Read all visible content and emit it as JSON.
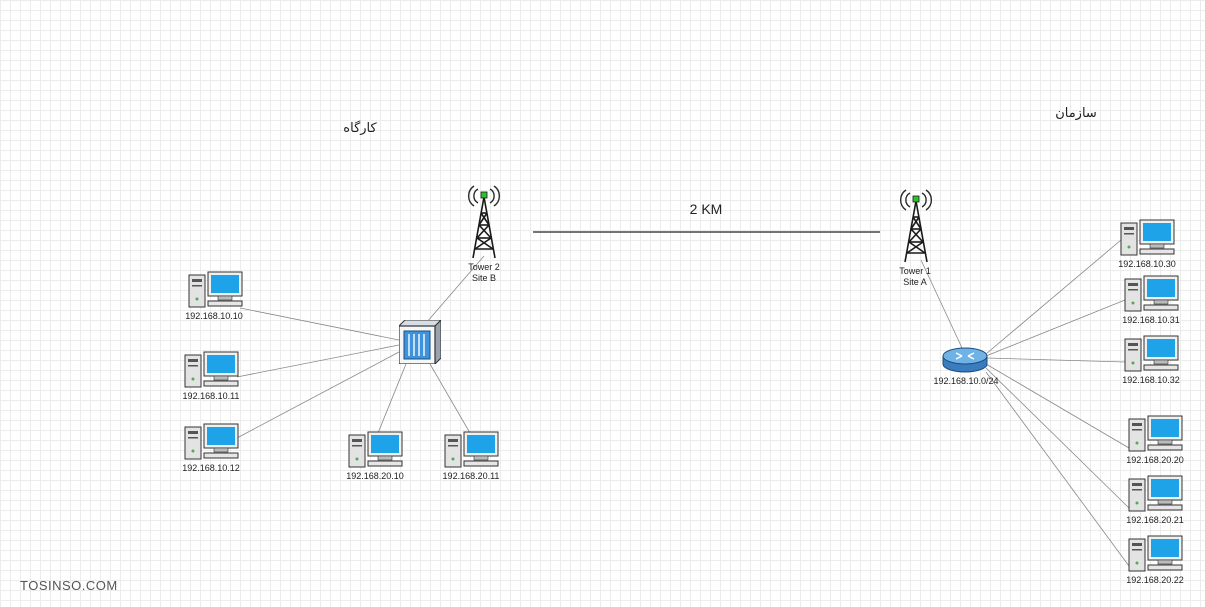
{
  "diagram": {
    "sites": {
      "workshop_title": "کارگاه",
      "organization_title": "سازمان"
    },
    "link": {
      "distance_label": "2 KM"
    },
    "towers": [
      {
        "id": "tower-2",
        "name": "Tower 2",
        "site": "Site B"
      },
      {
        "id": "tower-1",
        "name": "Tower 1",
        "site": "Site A"
      }
    ],
    "router": {
      "label": "192.168.10.0/24"
    },
    "workshop_pcs": [
      {
        "ip": "192.168.10.10"
      },
      {
        "ip": "192.168.10.11"
      },
      {
        "ip": "192.168.10.12"
      },
      {
        "ip": "192.168.20.10"
      },
      {
        "ip": "192.168.20.11"
      }
    ],
    "organization_pcs": [
      {
        "ip": "192.168.10.30"
      },
      {
        "ip": "192.168.10.31"
      },
      {
        "ip": "192.168.10.32"
      },
      {
        "ip": "192.168.20.20"
      },
      {
        "ip": "192.168.20.21"
      },
      {
        "ip": "192.168.20.22"
      }
    ],
    "colors": {
      "connector": "#888888",
      "monitor_screen": "#1fa3e8",
      "tower_structure": "#222222",
      "tower_tip": "#2cc22c",
      "router_body": "#4f9cd8",
      "switch_panel": "#3e93df"
    }
  },
  "watermark": "TOSINSO.COM"
}
